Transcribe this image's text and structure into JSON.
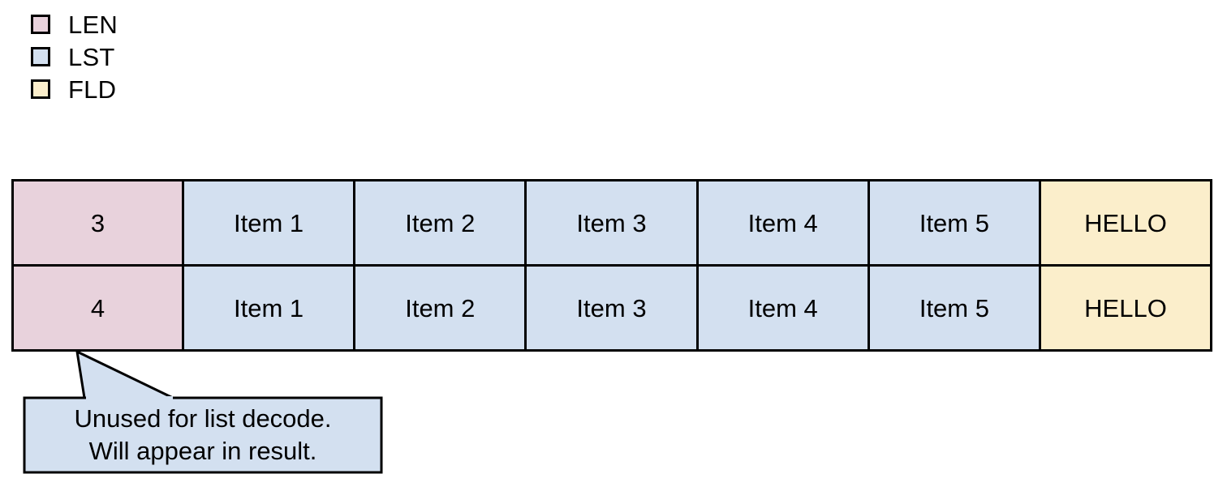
{
  "legend": {
    "items": [
      {
        "label": "LEN",
        "color": "#e8d2dc",
        "swatch_icon": "square-swatch-icon"
      },
      {
        "label": "LST",
        "color": "#d3e0f0",
        "swatch_icon": "square-swatch-icon"
      },
      {
        "label": "FLD",
        "color": "#fbeecb",
        "swatch_icon": "square-swatch-icon"
      }
    ]
  },
  "table": {
    "rows": [
      {
        "len": "3",
        "list": [
          "Item 1",
          "Item 2",
          "Item 3",
          "Item 4",
          "Item 5"
        ],
        "field": "HELLO"
      },
      {
        "len": "4",
        "list": [
          "Item 1",
          "Item 2",
          "Item 3",
          "Item 4",
          "Item 5"
        ],
        "field": "HELLO"
      }
    ]
  },
  "callout": {
    "line1": "Unused for list decode.",
    "line2": "Will appear in result.",
    "fill": "#d3e0f0",
    "stroke": "#000000"
  }
}
